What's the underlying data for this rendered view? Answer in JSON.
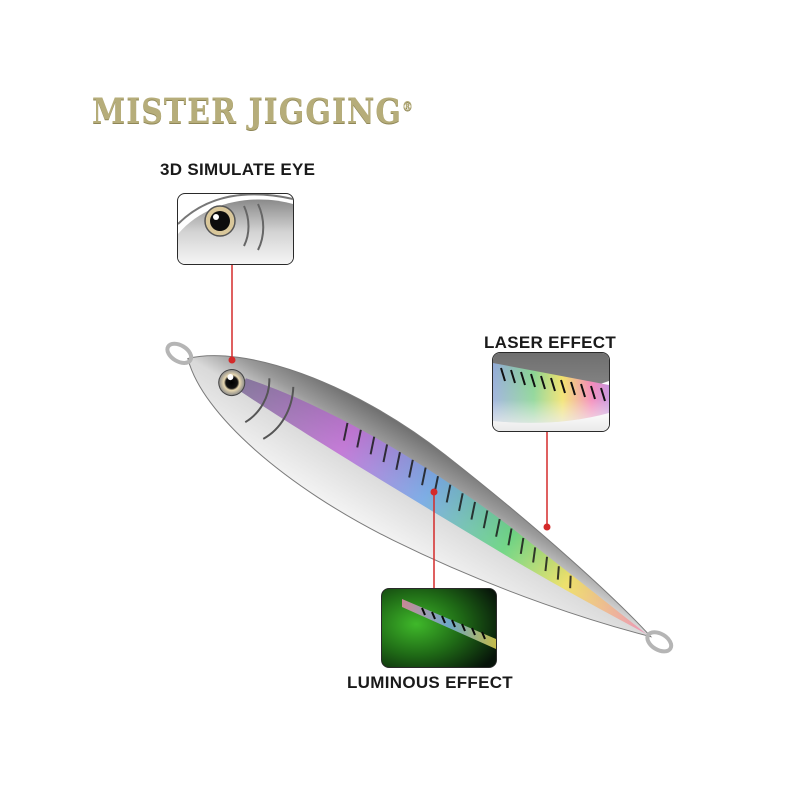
{
  "brand": {
    "name": "MISTER JIGGING",
    "mark": "®",
    "color": "#b6ad7a"
  },
  "callouts": [
    {
      "label": "3D SIMULATE EYE"
    },
    {
      "label": "LASER EFFECT"
    },
    {
      "label": "LUMINOUS EFFECT"
    }
  ],
  "colors": {
    "leader_line": "#d42a2a",
    "luminous_glow": "#3fb82a"
  }
}
